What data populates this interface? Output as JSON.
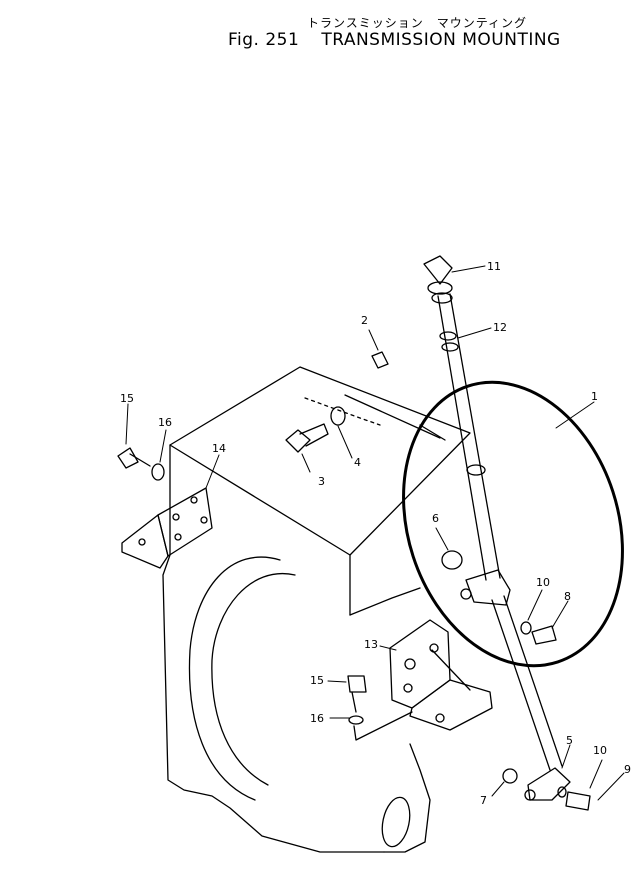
{
  "header": {
    "japanese_title": "トランスミッション　マウンティング",
    "figure_label": "Fig. 251",
    "title": "TRANSMISSION MOUNTING"
  },
  "callouts": {
    "c1": "1",
    "c2": "2",
    "c3": "3",
    "c4": "4",
    "c5": "5",
    "c6": "6",
    "c7": "7",
    "c8": "8",
    "c9": "9",
    "c10a": "10",
    "c10b": "10",
    "c11": "11",
    "c12": "12",
    "c13": "13",
    "c14": "14",
    "c15a": "15",
    "c15b": "15",
    "c16a": "16",
    "c16b": "16"
  }
}
